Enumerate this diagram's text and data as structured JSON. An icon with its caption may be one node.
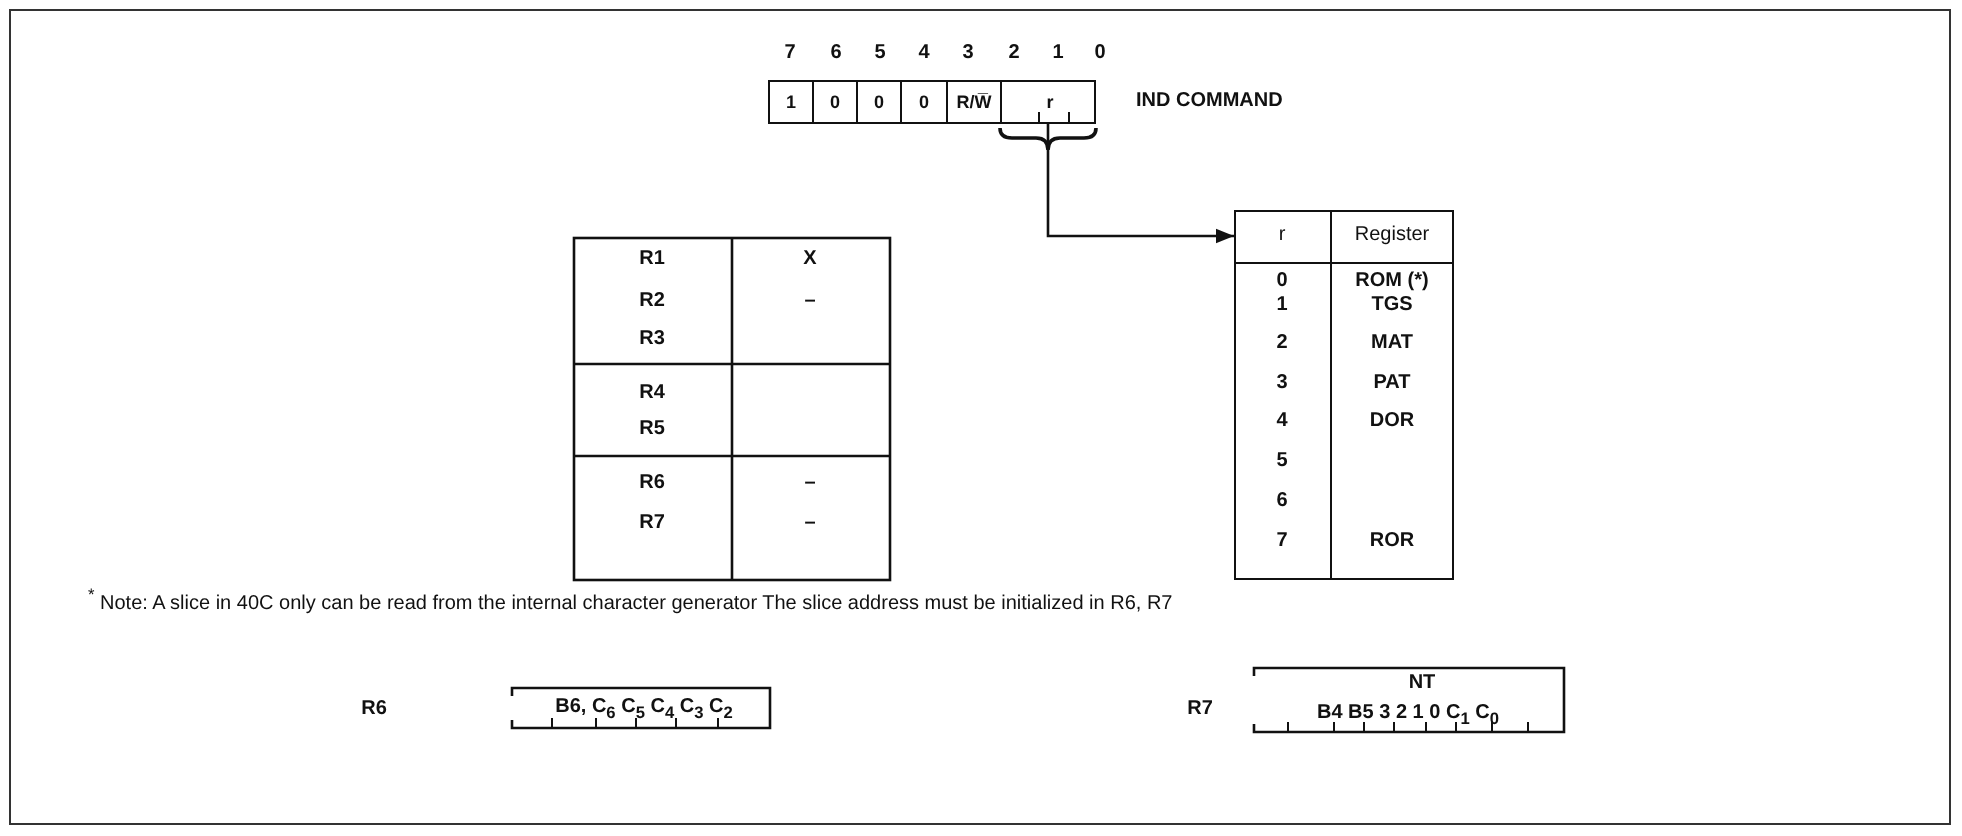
{
  "diagram": {
    "nodes": [
      {
        "text": [
          "1",
          "0",
          "0",
          "0",
          "R/W̅",
          "r"
        ]
      },
      {
        "text": [],
        "shape": "box"
      }
    ],
    "edges": [
      {
        "from": 0,
        "to": 1,
        "arrow": "to"
      }
    ],
    "labels": [
      "7",
      "6",
      "5",
      "4",
      "3",
      "2",
      "1",
      "0",
      "IND COMMAND",
      "R1",
      "X",
      "R2",
      "–",
      "R3",
      "R4",
      "R5",
      "R6",
      "–",
      "R7",
      "–",
      "r",
      "Register",
      "0",
      "ROM (*)",
      "1",
      "TGS",
      "2",
      "MAT",
      "3",
      "PAT",
      "4",
      "DOR",
      "5",
      "6",
      "7",
      "ROR",
      "$^{*}$ Note: A slice in 40C only can be read from the internal character generator The slice address must be initialized in R6, R7",
      "R6",
      "B6, C$_{6}$ C$_{5}$ C$_{4}$ C$_{3}$ C$_{2}$",
      "R7",
      "NT",
      "B4 B5 3 2 1 0 C$_{1}$ C$_{0}$"
    ]
  }
}
